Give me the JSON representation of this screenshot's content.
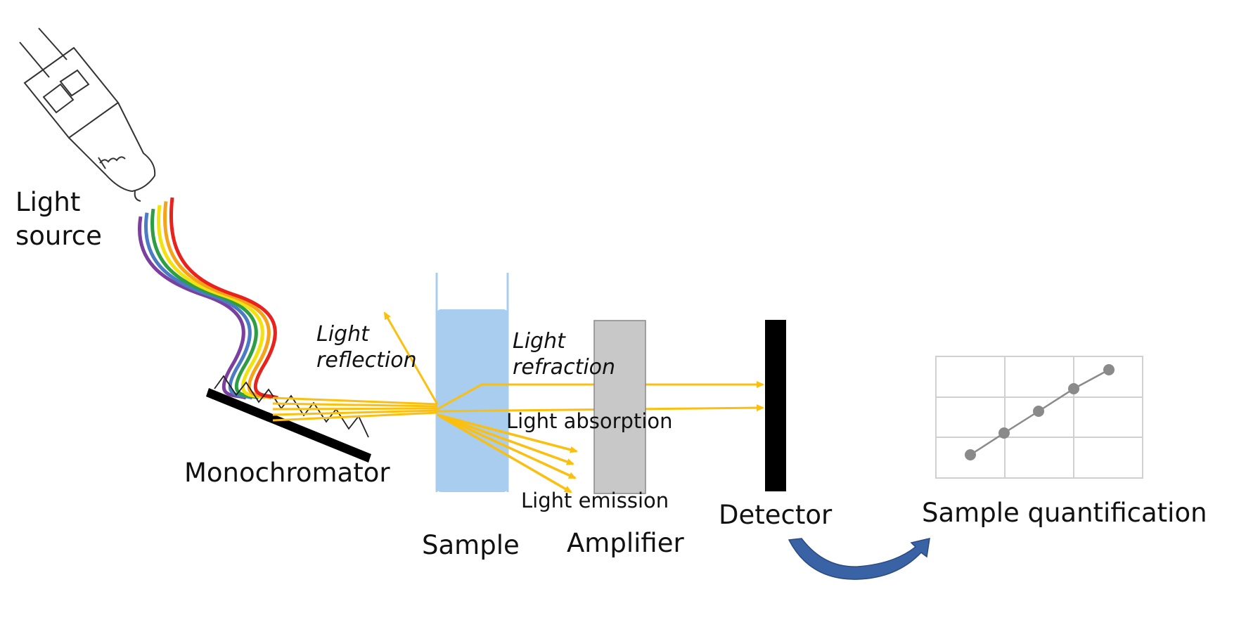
{
  "labels": {
    "light_source_line1": "Light",
    "light_source_line2": "source",
    "monochromator": "Monochromator",
    "light_reflection_line1": "Light",
    "light_reflection_line2": "reflection",
    "light_refraction_line1": "Light",
    "light_refraction_line2": "refraction",
    "light_absorption": "Light absorption",
    "light_emission": "Light emission",
    "sample": "Sample",
    "amplifier": "Amplifier",
    "detector": "Detector",
    "sample_quantification": "Sample quantification"
  },
  "colors": {
    "beam": "#fbbf0f",
    "cuvette_liquid": "#a9cdef",
    "amplifier_fill": "#c8c8c8",
    "detector_fill": "#000000",
    "cycle_arrow": "#3a63a6",
    "plot_points": "#8a8a8a",
    "spectrum": [
      "#7b3fa0",
      "#4a7bc4",
      "#2e9e44",
      "#f2e20f",
      "#f7a21b",
      "#e8231e"
    ]
  },
  "icons": [
    "bulb-icon",
    "spectrum-icon",
    "grating-icon",
    "cuvette-icon",
    "mini-chart-icon",
    "curved-arrow-icon"
  ]
}
